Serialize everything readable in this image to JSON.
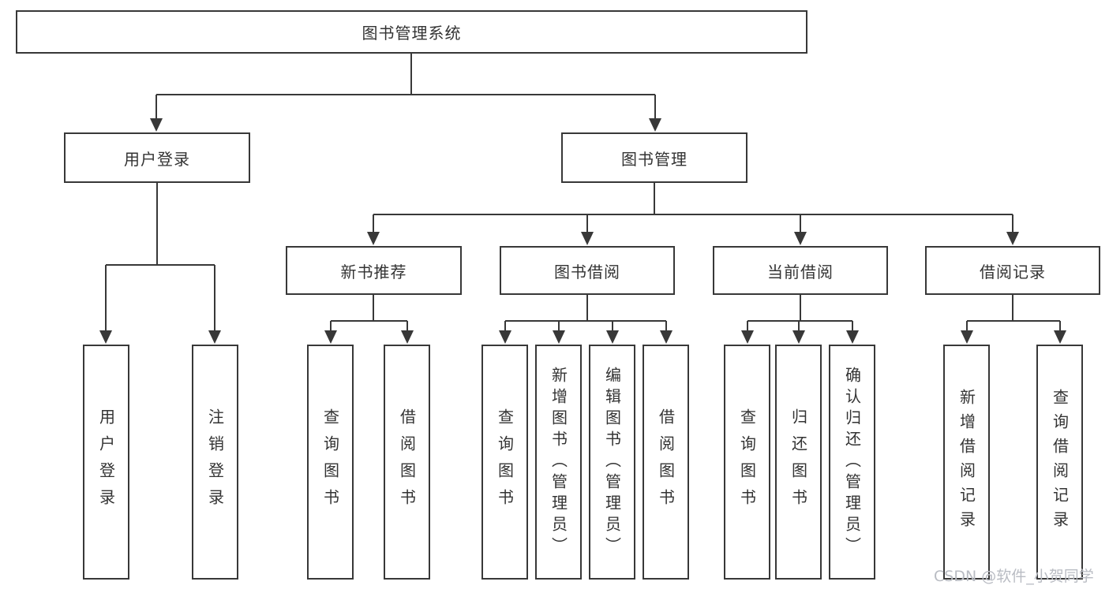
{
  "colors": {
    "line": "#383838",
    "text": "#333333",
    "background": "#ffffff",
    "watermark": "#b9bcc3"
  },
  "root": {
    "label": "图书管理系统"
  },
  "user_login": {
    "label": "用户登录",
    "children": [
      {
        "label": "用户登录"
      },
      {
        "label": "注销登录"
      }
    ]
  },
  "book_management": {
    "label": "图书管理",
    "groups": [
      {
        "label": "新书推荐",
        "children": [
          {
            "label": "查询图书"
          },
          {
            "label": "借阅图书"
          }
        ]
      },
      {
        "label": "图书借阅",
        "children": [
          {
            "label": "查询图书"
          },
          {
            "label": "新增图书（管理员）"
          },
          {
            "label": "编辑图书（管理员）"
          },
          {
            "label": "借阅图书"
          }
        ]
      },
      {
        "label": "当前借阅",
        "children": [
          {
            "label": "查询图书"
          },
          {
            "label": "归还图书"
          },
          {
            "label": "确认归还（管理员）"
          }
        ]
      },
      {
        "label": "借阅记录",
        "children": [
          {
            "label": "新增借阅记录"
          },
          {
            "label": "查询借阅记录"
          }
        ]
      }
    ]
  },
  "watermark": {
    "text": "CSDN @软件_小贺同学"
  }
}
